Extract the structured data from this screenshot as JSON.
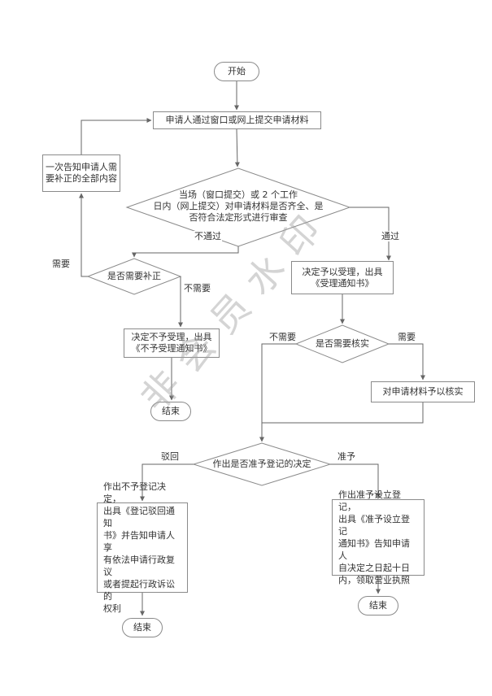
{
  "watermark": "非会员水印",
  "nodes": {
    "start": "开始",
    "submit": "申请人通过窗口或网上提交申请材料",
    "review": "当场（窗口提交）或 2 个工作\n日内（网上提交）对申请材料是否齐全、是\n否符合法定形式进行审查",
    "inform": "一次告知申请人需\n要补正的全部内容",
    "need_supplement": "是否需要补正",
    "reject_accept": "决定不予受理，出具\n《不予受理通知书》",
    "end1": "结束",
    "accept": "决定予以受理，出具\n《受理通知书》",
    "need_verify": "是否需要核实",
    "verify": "对申请材料予以核实",
    "decide": "作出是否准予登记的决定",
    "deny": "作出不予登记决定，\n出具《登记驳回通知\n书》并告知申请人享\n有依法申请行政复议\n或者提起行政诉讼的\n权利",
    "grant": "作出准予设立登记，\n出具《准予设立登记\n通知书》告知申请人\n自决定之日起十日\n内，领取营业执照",
    "end2": "结束",
    "end3": "结束"
  },
  "edge_labels": {
    "fail": "不通过",
    "pass": "通过",
    "need": "需要",
    "no_need": "不需要",
    "no_need_verify": "不需要",
    "need_verify": "需要",
    "reject": "驳回",
    "approve": "准予"
  },
  "colors": {
    "line": "#666666",
    "node_border": "#8a8a8a",
    "text": "#333333",
    "watermark": "#a0a0a0",
    "background": "#ffffff"
  }
}
